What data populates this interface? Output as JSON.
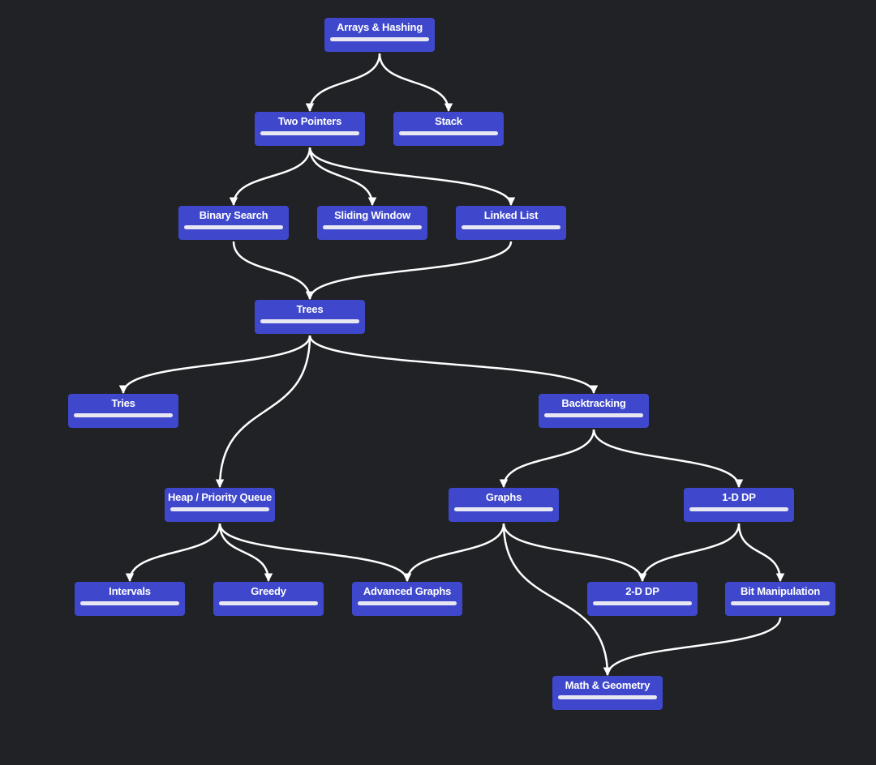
{
  "roadmap": {
    "nodes": [
      {
        "id": "arrays-hashing",
        "label": "Arrays & Hashing",
        "progress": 0
      },
      {
        "id": "two-pointers",
        "label": "Two Pointers",
        "progress": 0
      },
      {
        "id": "stack",
        "label": "Stack",
        "progress": 0
      },
      {
        "id": "binary-search",
        "label": "Binary Search",
        "progress": 0
      },
      {
        "id": "sliding-window",
        "label": "Sliding Window",
        "progress": 0
      },
      {
        "id": "linked-list",
        "label": "Linked List",
        "progress": 0
      },
      {
        "id": "trees",
        "label": "Trees",
        "progress": 0
      },
      {
        "id": "tries",
        "label": "Tries",
        "progress": 0
      },
      {
        "id": "backtracking",
        "label": "Backtracking",
        "progress": 0
      },
      {
        "id": "heap-priority-queue",
        "label": "Heap / Priority Queue",
        "progress": 0
      },
      {
        "id": "graphs",
        "label": "Graphs",
        "progress": 0
      },
      {
        "id": "1d-dp",
        "label": "1-D DP",
        "progress": 0
      },
      {
        "id": "intervals",
        "label": "Intervals",
        "progress": 0
      },
      {
        "id": "greedy",
        "label": "Greedy",
        "progress": 0
      },
      {
        "id": "advanced-graphs",
        "label": "Advanced Graphs",
        "progress": 0
      },
      {
        "id": "2d-dp",
        "label": "2-D DP",
        "progress": 0
      },
      {
        "id": "bit-manipulation",
        "label": "Bit Manipulation",
        "progress": 0
      },
      {
        "id": "math-geometry",
        "label": "Math & Geometry",
        "progress": 0
      }
    ],
    "edges": [
      [
        "arrays-hashing",
        "two-pointers"
      ],
      [
        "arrays-hashing",
        "stack"
      ],
      [
        "two-pointers",
        "binary-search"
      ],
      [
        "two-pointers",
        "sliding-window"
      ],
      [
        "two-pointers",
        "linked-list"
      ],
      [
        "binary-search",
        "trees"
      ],
      [
        "linked-list",
        "trees"
      ],
      [
        "trees",
        "tries"
      ],
      [
        "trees",
        "heap-priority-queue"
      ],
      [
        "trees",
        "backtracking"
      ],
      [
        "backtracking",
        "graphs"
      ],
      [
        "backtracking",
        "1d-dp"
      ],
      [
        "heap-priority-queue",
        "intervals"
      ],
      [
        "heap-priority-queue",
        "greedy"
      ],
      [
        "heap-priority-queue",
        "advanced-graphs"
      ],
      [
        "graphs",
        "advanced-graphs"
      ],
      [
        "graphs",
        "2d-dp"
      ],
      [
        "graphs",
        "math-geometry"
      ],
      [
        "1d-dp",
        "2d-dp"
      ],
      [
        "1d-dp",
        "bit-manipulation"
      ],
      [
        "bit-manipulation",
        "math-geometry"
      ]
    ]
  },
  "colors": {
    "background": "#212226",
    "node": "#3f48cc",
    "node_text": "#ffffff",
    "progress_track": "#e8e8f2",
    "progress_fill": "#2fbf71",
    "edge": "#ffffff"
  }
}
